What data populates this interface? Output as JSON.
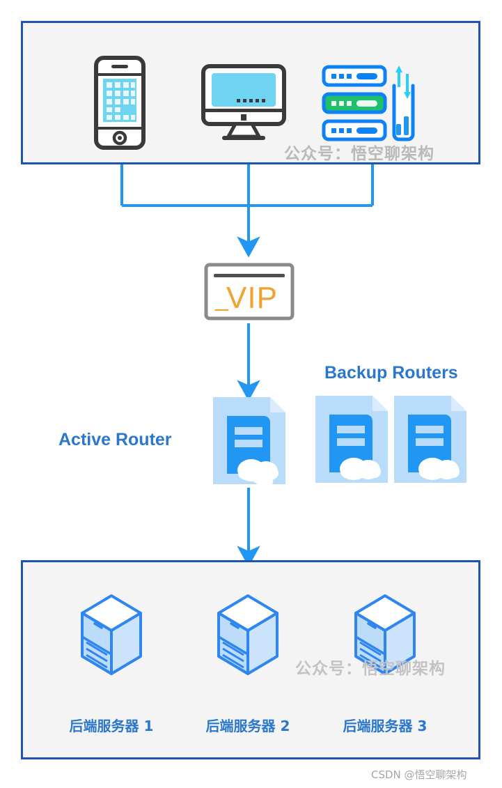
{
  "diagram": {
    "title_text_present": false,
    "colors": {
      "panel_border": "#1a57ad",
      "panel_fill": "#f4f4f4",
      "connector_blue": "#2196f3",
      "label_blue": "#2a77cc",
      "router_light": "#b9dcfb",
      "router_dark": "#2196f3",
      "vip_orange": "#f0a330",
      "vip_border": "#8a8a8a",
      "rack_green": "#1fbf6b",
      "device_dark": "#3a3a3a",
      "device_cyan": "#6fd3f2",
      "watermark_gray": "#b9b9b9",
      "footer_gray": "#a6a6a6",
      "tower_fill": "#bcdcfa",
      "tower_stroke": "#2f86f0"
    },
    "clients_panel": {
      "name": "clients-panel",
      "watermark": "公众号：悟空聊架构",
      "devices": [
        {
          "name": "smartphone-icon",
          "label": ""
        },
        {
          "name": "desktop-monitor-icon",
          "label": ""
        },
        {
          "name": "server-rack-icon",
          "label": ""
        }
      ]
    },
    "vip": {
      "name": "vip-card",
      "text": "VIP",
      "dash": "_"
    },
    "routers": {
      "active_label": "Active Router",
      "backup_label": "Backup Routers",
      "items": [
        {
          "name": "router-active",
          "role": "active"
        },
        {
          "name": "router-backup-1",
          "role": "backup"
        },
        {
          "name": "router-backup-2",
          "role": "backup"
        }
      ]
    },
    "backend_panel": {
      "name": "backend-panel",
      "watermark": "公众号：悟空聊架构",
      "servers": [
        {
          "label": "后端服务器 1"
        },
        {
          "label": "后端服务器 2"
        },
        {
          "label": "后端服务器 3"
        }
      ]
    },
    "footer": {
      "credit": "CSDN @悟空聊架构"
    }
  }
}
